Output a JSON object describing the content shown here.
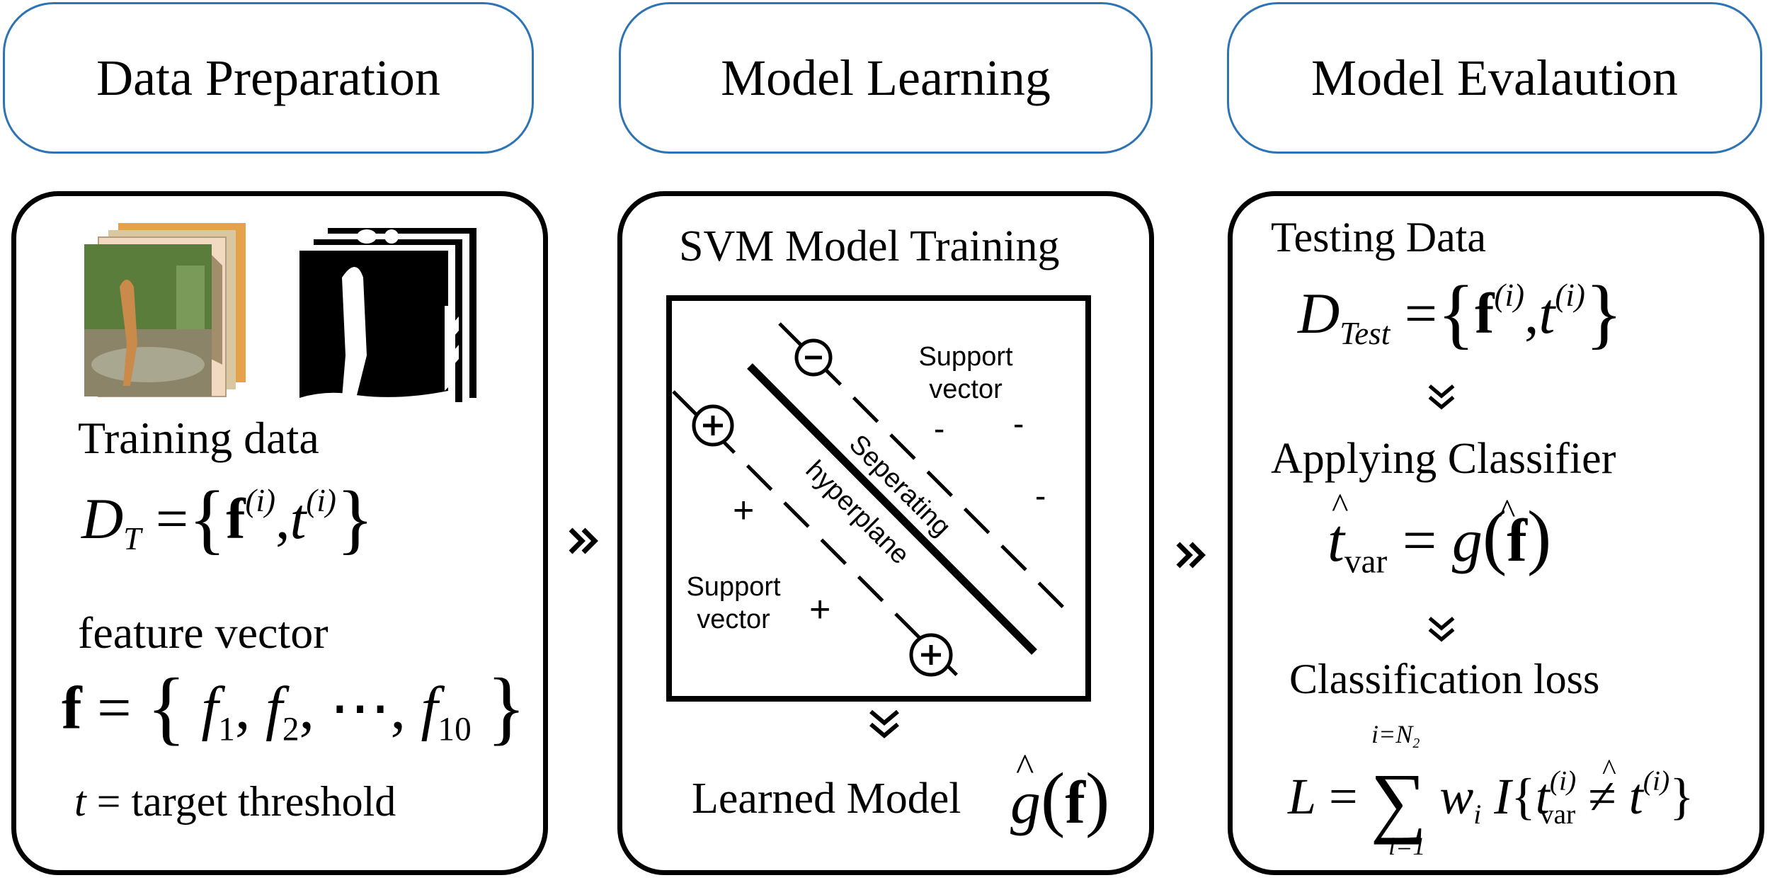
{
  "headers": {
    "prep": "Data Preparation",
    "learn": "Model Learning",
    "eval": "Model Evalaution"
  },
  "prep": {
    "training_label": "Training data",
    "dt_D": "D",
    "dt_T": "T",
    "eq": "=",
    "lbrace": "{",
    "rbrace": "}",
    "f": "f",
    "sup_i": "(i)",
    "t": "t",
    "comma": ",",
    "feature_label": "feature vector",
    "f1": "f",
    "s1": "1",
    "f2": "f",
    "s2": "2",
    "dots": "⋯",
    "f10": "f",
    "s10": "10",
    "t_var": "t",
    "t_def": " = target threshold"
  },
  "learn": {
    "title": "SVM Model Training",
    "support_vector_1": "Support vector",
    "support_vector_2": "Support vector",
    "hyperplane_1": "Seperating",
    "hyperplane_2": "hyperplane",
    "plus": "+",
    "minus": "-",
    "learned_label": "Learned Model",
    "g": "g",
    "hat": "^",
    "paren_open": "(",
    "paren_close": ")"
  },
  "eval": {
    "testing_label": "Testing Data",
    "dtest_D": "D",
    "dtest_sub": "Test",
    "applying_label": "Applying Classifier",
    "that_t": "t",
    "var": "var",
    "loss_label": "Classification loss",
    "L": "L",
    "sum": "∑",
    "sum_top": "i=N",
    "sum_top_sub": "2",
    "sum_bot": "i=1",
    "w": "w",
    "wi": "i",
    "I": "I",
    "neq": "≠"
  },
  "icons": [
    "chevron-right-double-icon",
    "chevron-down-double-icon",
    "circled-plus-icon",
    "circled-minus-icon"
  ]
}
